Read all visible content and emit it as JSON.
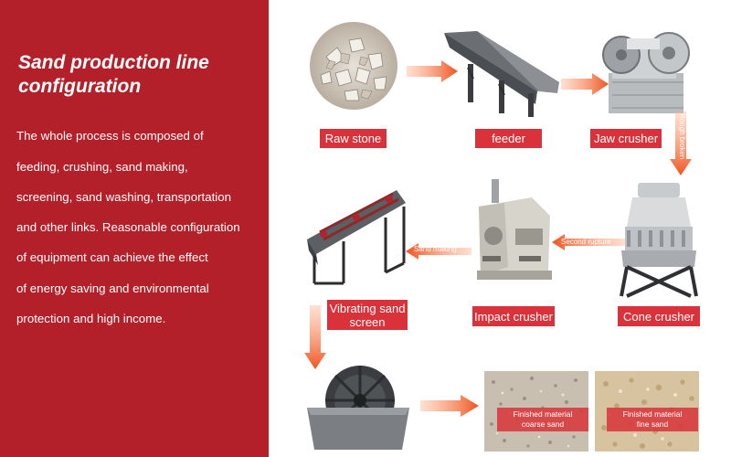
{
  "left": {
    "title_line1": "Sand production line",
    "title_line2": "configuration",
    "description": [
      "The whole process is composed of",
      "feeding, crushing, sand making,",
      "screening, sand washing, transportation",
      "and other links. Reasonable configuration",
      "of equipment can achieve the effect",
      "of energy saving and environmental",
      "protection and high income."
    ]
  },
  "steps": {
    "raw_stone": "Raw stone",
    "feeder": "feeder",
    "jaw_crusher": "Jaw crusher",
    "cone_crusher": "Cone crusher",
    "impact_crusher": "Impact crusher",
    "vibrating_screen_line1": "Vibrating sand",
    "vibrating_screen_line2": "screen"
  },
  "notes": {
    "rough_broken": "Rough broken",
    "second_rupture": "Second rupture",
    "sand_making": "Sand making"
  },
  "finished": {
    "coarse_line1": "Finished material",
    "coarse_line2": "coarse sand",
    "fine_line1": "Finished material",
    "fine_line2": "fine sand"
  },
  "colors": {
    "panel_red": "#b3202a",
    "label_red": "#d9323a",
    "arrow_orange": "#f0531f"
  }
}
